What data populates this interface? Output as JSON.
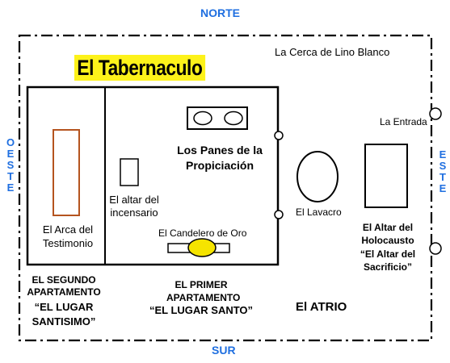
{
  "compass": {
    "north": "NORTE",
    "south": "SUR",
    "west": "OESTE",
    "east": "ESTE"
  },
  "title": "El Tabernaculo",
  "fence_label": "La Cerca de Lino Blanco",
  "entrance_label": "La Entrada",
  "holy_of_holies": {
    "ark_label": "El Arca del Testimonio",
    "caption_line1": "EL SEGUNDO APARTAMENTO",
    "caption_line2": "“EL LUGAR SANTISIMO”"
  },
  "holy_place": {
    "showbread_label": "Los Panes de la Propiciación",
    "incense_altar_label": "El altar del incensario",
    "candlestick_label": "El Candelero de Oro",
    "caption_line1": "EL PRIMER APARTAMENTO",
    "caption_line2": "“EL LUGAR SANTO”"
  },
  "courtyard": {
    "laver_label": "El Lavacro",
    "altar_label_line1": "El Altar del Holocausto",
    "altar_label_line2": "“El Altar del Sacrificio”",
    "court_label": "El ATRIO"
  },
  "colors": {
    "compass": "#1f6fe0",
    "title_bg": "#fdf21a",
    "ark": "#b5541f",
    "candlestick": "#f5e400"
  }
}
